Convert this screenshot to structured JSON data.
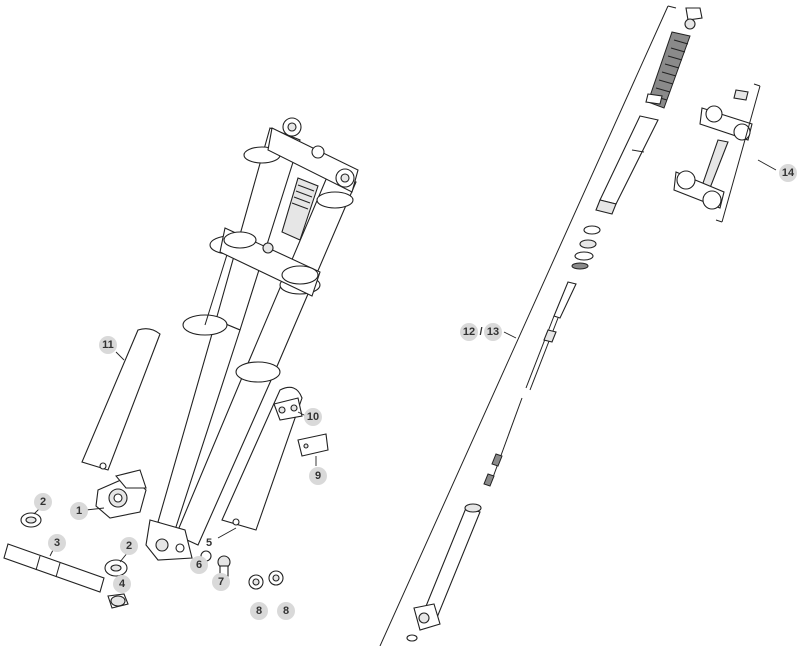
{
  "diagram": {
    "type": "exploded-parts-view",
    "labels": {
      "p1": "1",
      "p2a": "2",
      "p2b": "2",
      "p3": "3",
      "p4": "4",
      "p5": "5",
      "p6": "6",
      "p7": "7",
      "p8a": "8",
      "p8b": "8",
      "p9": "9",
      "p10": "10",
      "p11": "11",
      "p12": "12",
      "p12_sep": "/",
      "p13": "13",
      "p14": "14"
    }
  }
}
